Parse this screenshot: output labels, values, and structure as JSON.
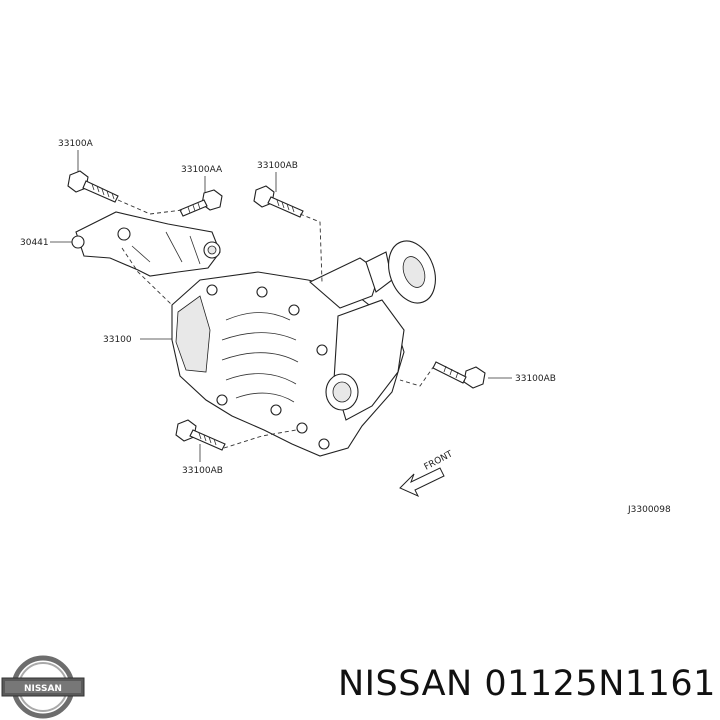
{
  "callouts": {
    "bolt_top": "33100A",
    "bolt_mid": "33100AA",
    "bolt_right_top": "33100AB",
    "bracket": "30441",
    "body": "33100",
    "bolt_right": "33100AB",
    "bolt_bottom": "33100AB"
  },
  "front_label": "FRONT",
  "diagram_code": "J3300098",
  "logo": {
    "brand": "NISSAN"
  },
  "caption": {
    "brand": "NISSAN",
    "part_number": "01125N1161"
  },
  "colors": {
    "ink": "#222222",
    "background": "#ffffff"
  }
}
